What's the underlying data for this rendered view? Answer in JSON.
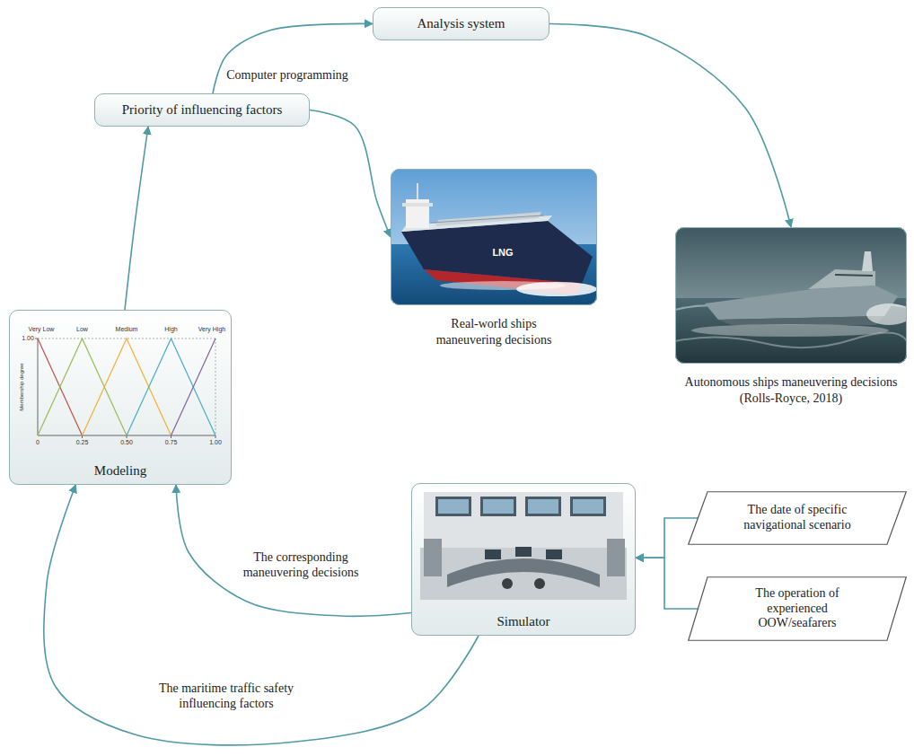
{
  "diagram": {
    "nodes": [
      {
        "text": [
          "Analysis system"
        ]
      },
      {
        "text": [
          "Priority of influencing factors"
        ]
      },
      {
        "text": [
          "Real-world ships maneuvering decisions"
        ]
      },
      {
        "text": [
          "Autonomous ships maneuvering decisions (Rolls-Royce, 2018)"
        ]
      },
      {
        "text": [
          "Modeling"
        ]
      },
      {
        "text": [
          "Simulator"
        ]
      },
      {
        "text": [
          "The date of specific navigational scenario"
        ]
      },
      {
        "text": [
          "The operation of experienced OOW/seafarers"
        ]
      }
    ],
    "edges": [
      {
        "from": 4,
        "to": 1,
        "arrow": "to"
      },
      {
        "from": 1,
        "to": 0,
        "label": "Computer programming",
        "arrow": "to"
      },
      {
        "from": 1,
        "to": 2,
        "arrow": "to"
      },
      {
        "from": 0,
        "to": 3,
        "arrow": "to"
      },
      {
        "from": 5,
        "to": 4,
        "label": "The corresponding maneuvering decisions",
        "arrow": "to"
      },
      {
        "from": 5,
        "to": 4,
        "label": "The maritime traffic safety influencing factors",
        "arrow": "to"
      },
      {
        "from": 6,
        "to": 5,
        "arrow": "to"
      },
      {
        "from": 7,
        "to": 5,
        "arrow": "to"
      }
    ],
    "labels": [
      "Very Low",
      "Low",
      "Medium",
      "High",
      "Very High",
      "1.00",
      "0",
      "0.25",
      "0.50",
      "0.75",
      "1.00",
      "Membership degree",
      "LNG"
    ]
  }
}
